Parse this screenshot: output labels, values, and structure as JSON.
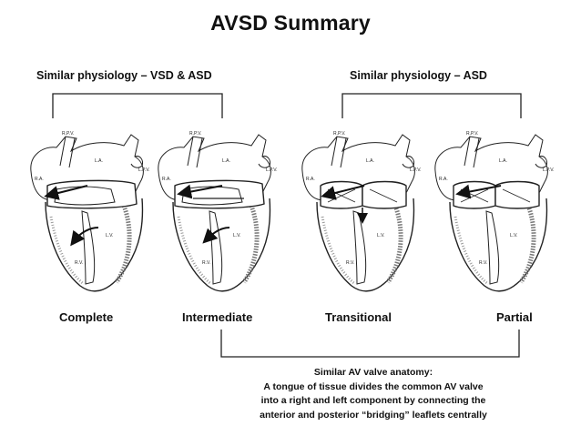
{
  "title": "AVSD Summary",
  "groups": {
    "left": "Similar physiology – VSD & ASD",
    "right": "Similar physiology – ASD"
  },
  "hearts": [
    {
      "label": "Complete"
    },
    {
      "label": "Intermediate"
    },
    {
      "label": "Transitional"
    },
    {
      "label": "Partial"
    }
  ],
  "heart_labels": {
    "rpv": "R.P.V.",
    "la": "L.A.",
    "lpv": "L.P.V.",
    "ra": "R.A.",
    "lv": "L.V.",
    "rv": "R.V."
  },
  "note": {
    "lines": [
      "Similar AV valve anatomy:",
      "A tongue of tissue divides the common AV valve",
      "into a right and left component by connecting the",
      "anterior and posterior “bridging” leaflets centrally"
    ]
  }
}
